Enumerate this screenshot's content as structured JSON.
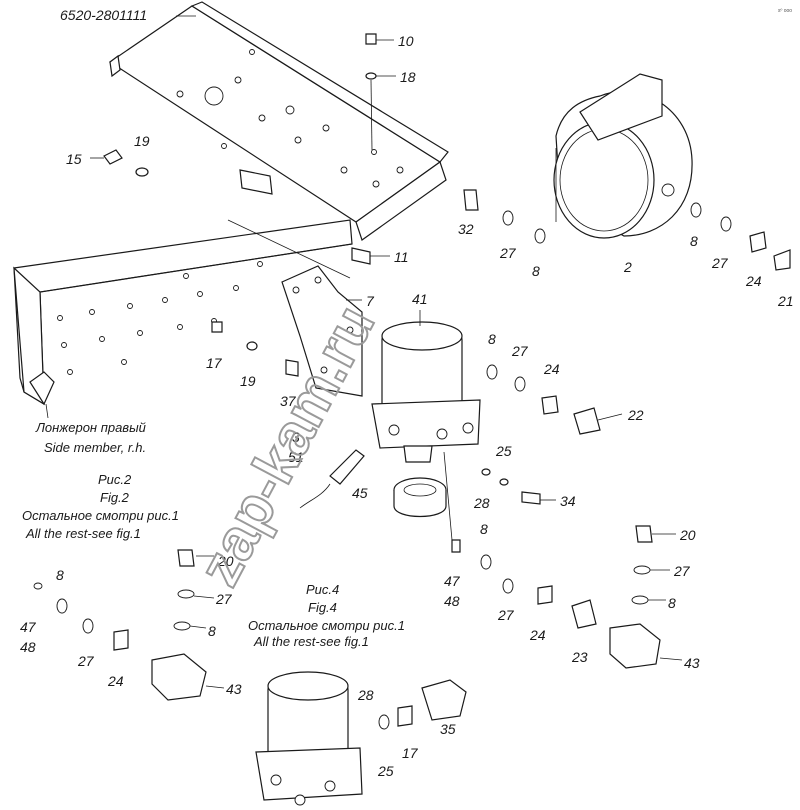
{
  "part_number": "6520-2801111",
  "corner_mark": "sº ooo",
  "watermark": "zap-kam.ru",
  "frame_label": {
    "ru": "Лонжерон правый",
    "en": "Side member, r.h."
  },
  "fig2_caption": {
    "ru_title": "Рис.2",
    "en_title": "Fig.2",
    "ru_note": "Остальное смотри рис.1",
    "en_note": "All the rest-see fig.1"
  },
  "fig4_caption": {
    "ru_title": "Рис.4",
    "en_title": "Fig.4",
    "ru_note": "Остальное смотри рис.1",
    "en_note": "All the rest-see fig.1"
  },
  "callouts": {
    "c10": "10",
    "c18": "18",
    "c15": "15",
    "c19a": "19",
    "c32": "32",
    "c27a": "27",
    "c8a": "8",
    "c2": "2",
    "c8b": "8",
    "c27b": "27",
    "c24a": "24",
    "c21": "21",
    "c11": "11",
    "c7": "7",
    "c41": "41",
    "c8c": "8",
    "c27c": "27",
    "c17a": "17",
    "c19b": "19",
    "c37": "37",
    "c24b": "24",
    "c22": "22",
    "c3": "3",
    "c51": "51",
    "c25a": "25",
    "c45": "45",
    "c28a": "28",
    "c34": "34",
    "c8d": "8",
    "c20a": "20",
    "c20b": "20",
    "c27d": "27",
    "c27e": "27",
    "c8e": "8",
    "c8f": "8",
    "c47a": "47",
    "c48a": "48",
    "c27f": "27",
    "c24c": "24",
    "c23": "23",
    "c43a": "43",
    "c47b": "47",
    "c48b": "48",
    "c8g": "8",
    "c27g": "27",
    "c24d": "24",
    "c43b": "43",
    "c28b": "28",
    "c25b": "25",
    "c17b": "17",
    "c35": "35"
  }
}
